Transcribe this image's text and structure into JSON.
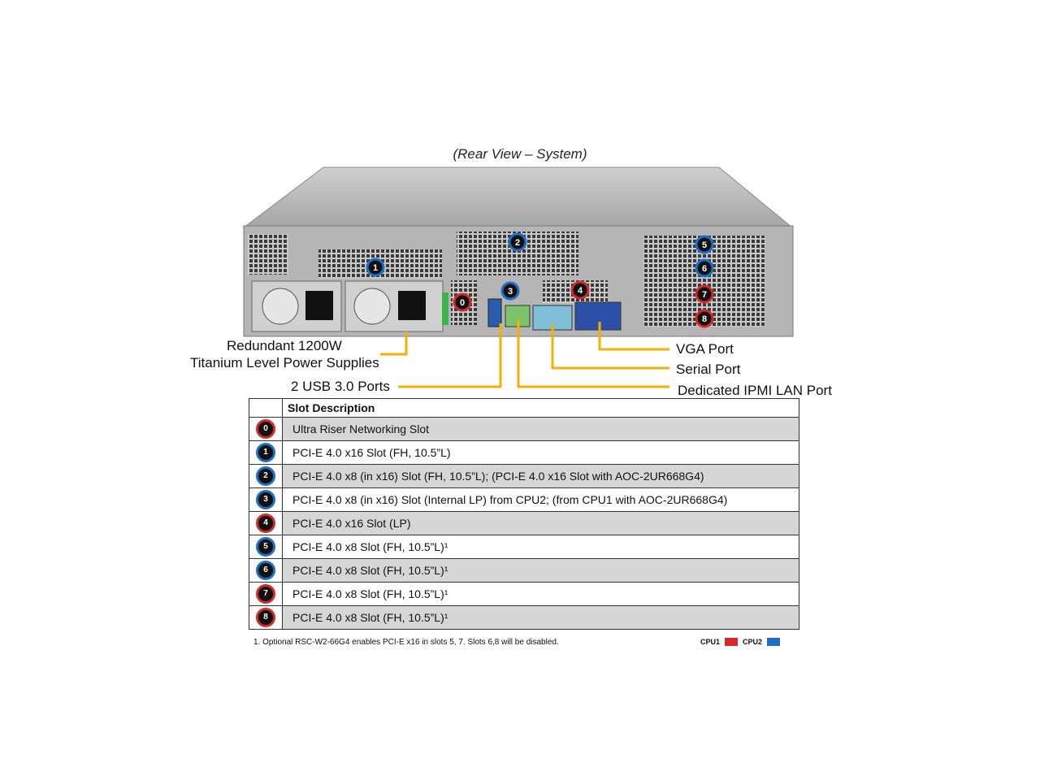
{
  "caption": "(Rear View – System)",
  "callouts": {
    "psu_line1": "Redundant 1200W",
    "psu_line2": "Titanium Level Power Supplies",
    "usb": "2 USB 3.0 Ports",
    "vga": "VGA Port",
    "serial": "Serial Port",
    "ipmi": "Dedicated IPMI LAN Port"
  },
  "table": {
    "header": "Slot Description",
    "rows": [
      {
        "num": "0",
        "cpu": "cpu1",
        "desc": "Ultra Riser Networking Slot"
      },
      {
        "num": "1",
        "cpu": "cpu2",
        "desc": "PCI-E 4.0 x16 Slot (FH, 10.5”L)"
      },
      {
        "num": "2",
        "cpu": "cpu2",
        "desc": "PCI-E 4.0 x8 (in x16) Slot (FH, 10.5”L); (PCI-E 4.0 x16 Slot with AOC-2UR668G4)"
      },
      {
        "num": "3",
        "cpu": "cpu2",
        "desc": "PCI-E 4.0 x8 (in x16) Slot (Internal LP) from CPU2; (from CPU1 with AOC-2UR668G4)"
      },
      {
        "num": "4",
        "cpu": "cpu1",
        "desc": "PCI-E 4.0 x16 Slot (LP)"
      },
      {
        "num": "5",
        "cpu": "cpu2",
        "desc": "PCI-E 4.0 x8 Slot (FH, 10.5”L)¹"
      },
      {
        "num": "6",
        "cpu": "cpu2",
        "desc": "PCI-E 4.0 x8 Slot (FH, 10.5”L)¹"
      },
      {
        "num": "7",
        "cpu": "cpu1",
        "desc": "PCI-E 4.0 x8 Slot (FH, 10.5”L)¹"
      },
      {
        "num": "8",
        "cpu": "cpu1",
        "desc": "PCI-E 4.0 x8 Slot (FH, 10.5”L)¹"
      }
    ]
  },
  "footnote": "1. Optional  RSC-W2-66G4 enables  PCI-E x16  in slots 5, 7.  Slots 6,8 will be disabled.",
  "legend": {
    "cpu1": "CPU1",
    "cpu2": "CPU2"
  },
  "colors": {
    "cpu1": "#d42a2a",
    "cpu2": "#1e6fc6",
    "leader": "#f2b200",
    "chassis": "#a9a9a9"
  },
  "chassis_badges": [
    {
      "num": "0",
      "cpu": "cpu1"
    },
    {
      "num": "1",
      "cpu": "cpu2"
    },
    {
      "num": "2",
      "cpu": "cpu2"
    },
    {
      "num": "3",
      "cpu": "cpu2"
    },
    {
      "num": "4",
      "cpu": "cpu1"
    },
    {
      "num": "5",
      "cpu": "cpu2"
    },
    {
      "num": "6",
      "cpu": "cpu2"
    },
    {
      "num": "7",
      "cpu": "cpu1"
    },
    {
      "num": "8",
      "cpu": "cpu1"
    }
  ]
}
